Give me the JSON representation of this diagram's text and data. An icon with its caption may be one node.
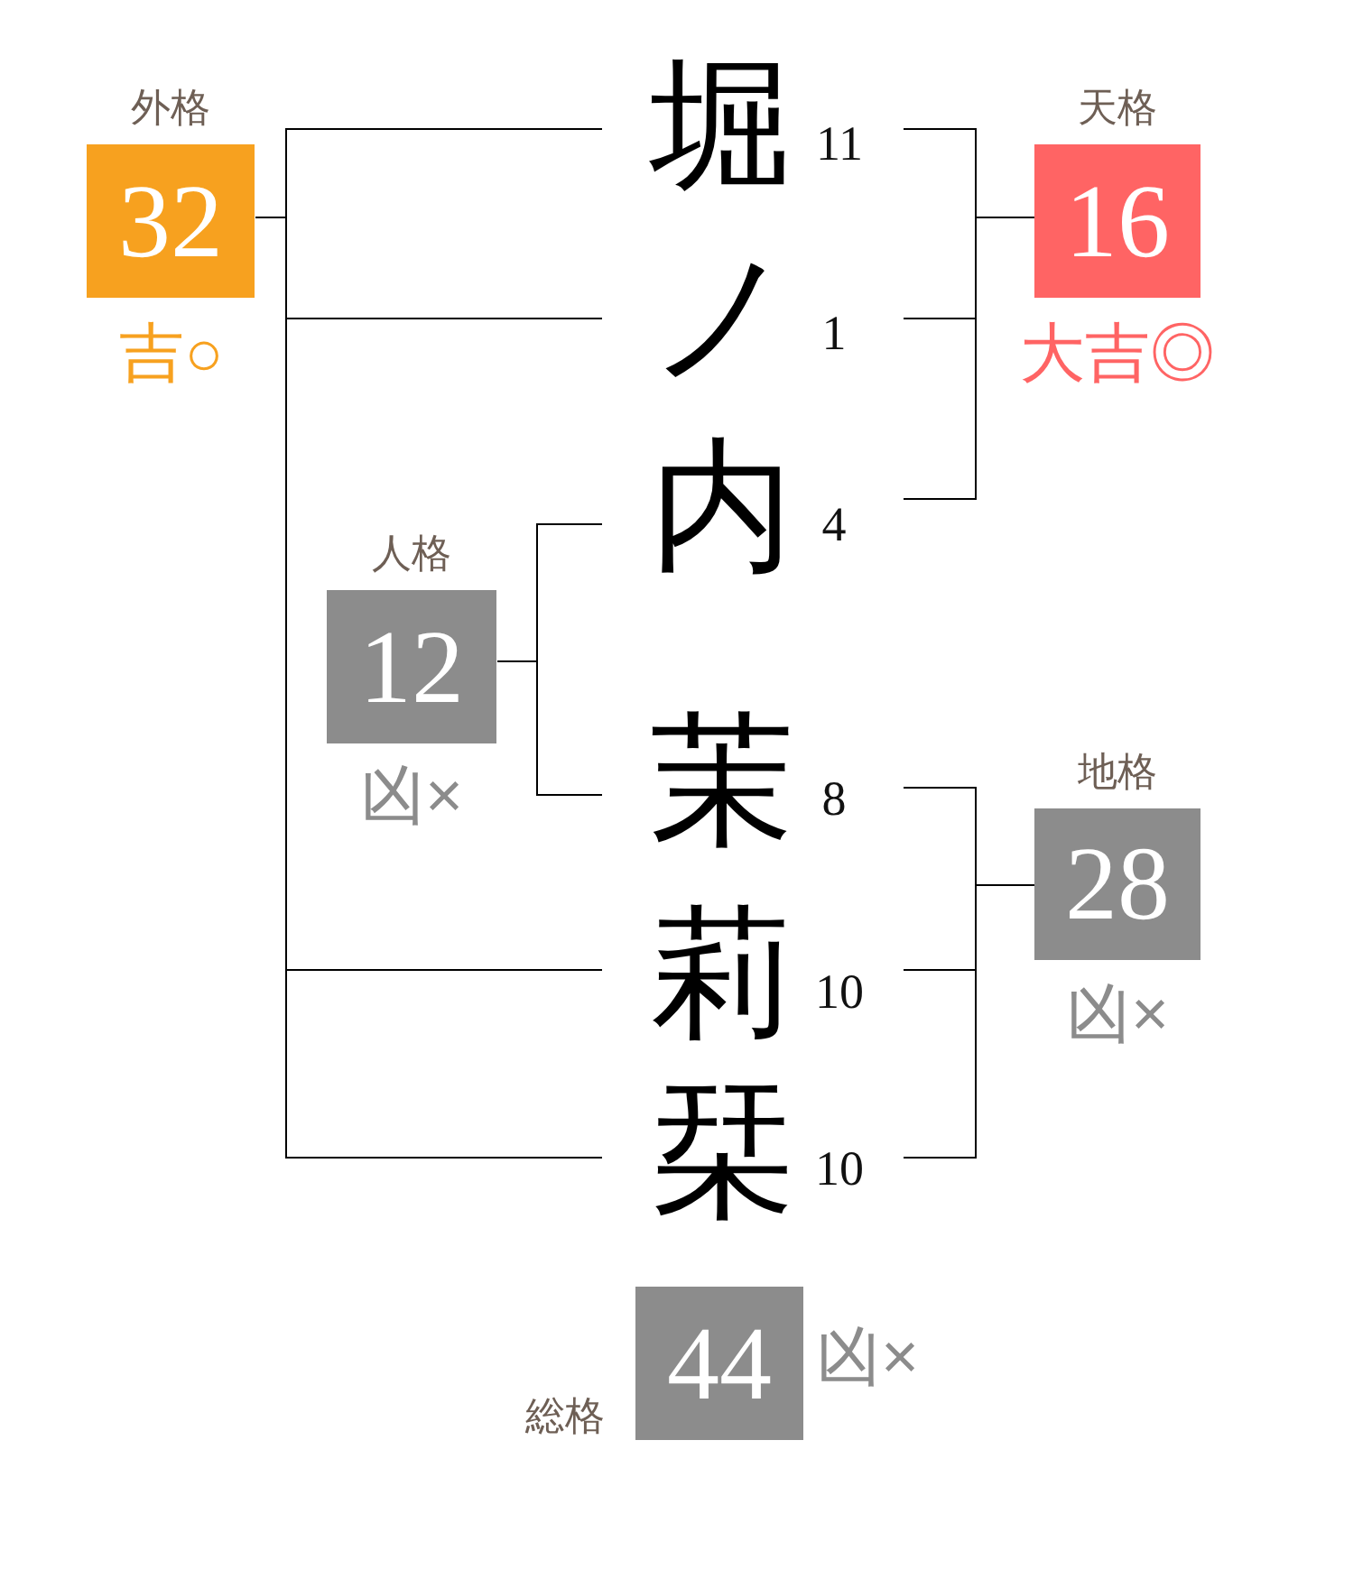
{
  "diagram": {
    "nodes": [
      {
        "text": [
          "外格",
          "32"
        ],
        "beside": [
          "吉○"
        ]
      },
      {
        "text": [
          "堀"
        ],
        "beside": [
          "11"
        ]
      },
      {
        "text": [
          "天格",
          "16"
        ],
        "beside": [
          "大吉◎"
        ]
      },
      {
        "text": [
          "ノ"
        ],
        "beside": [
          "1"
        ]
      },
      {
        "text": [
          "内"
        ],
        "beside": [
          "4"
        ]
      },
      {
        "text": [
          "人格",
          "12"
        ],
        "beside": [
          "凶×"
        ]
      },
      {
        "text": [
          "茉"
        ],
        "beside": [
          "8"
        ]
      },
      {
        "text": [
          "地格",
          "28"
        ],
        "beside": [
          "凶×"
        ]
      },
      {
        "text": [
          "莉"
        ],
        "beside": [
          "10"
        ]
      },
      {
        "text": [
          "栞"
        ],
        "beside": [
          "10"
        ]
      },
      {
        "text": [
          "総格",
          "44"
        ],
        "beside": [
          "凶×"
        ]
      }
    ],
    "edges": [
      {
        "from": 1,
        "to": 0,
        "arrow": "none"
      },
      {
        "from": 3,
        "to": 0,
        "arrow": "none"
      },
      {
        "from": 8,
        "to": 0,
        "arrow": "none"
      },
      {
        "from": 9,
        "to": 0,
        "arrow": "none"
      },
      {
        "from": 1,
        "to": 2,
        "arrow": "none"
      },
      {
        "from": 3,
        "to": 2,
        "arrow": "none"
      },
      {
        "from": 4,
        "to": 2,
        "arrow": "none"
      },
      {
        "from": 4,
        "to": 5,
        "arrow": "none"
      },
      {
        "from": 6,
        "to": 5,
        "arrow": "none"
      },
      {
        "from": 6,
        "to": 7,
        "arrow": "none"
      },
      {
        "from": 8,
        "to": 7,
        "arrow": "none"
      },
      {
        "from": 9,
        "to": 7,
        "arrow": "none"
      }
    ]
  }
}
